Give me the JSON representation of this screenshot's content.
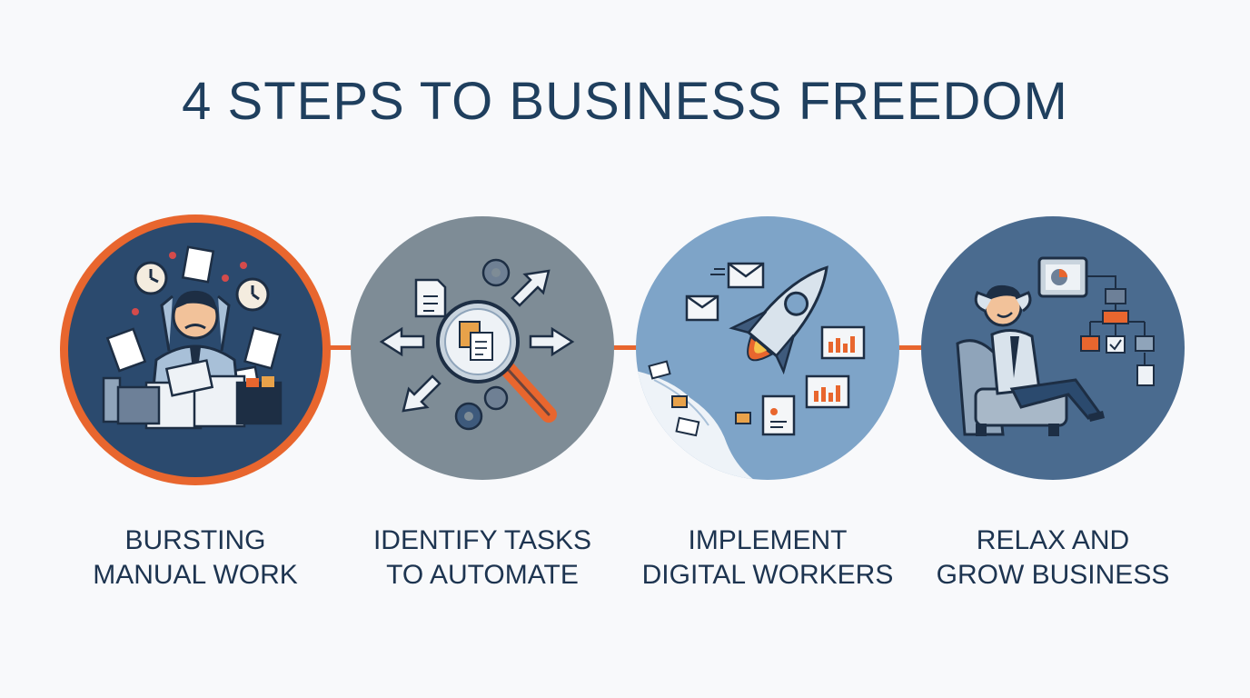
{
  "title": "4 STEPS TO BUSINESS FREEDOM",
  "colors": {
    "accent": "#e8662e",
    "title": "#1f3f5e",
    "step1": "#2b4a6e",
    "step2": "#7e8c96",
    "step3": "#7ea4c8",
    "step4": "#4a6b8f"
  },
  "steps": [
    {
      "line1": "BURSTING",
      "line2": "MANUAL WORK",
      "icon": "stressed-worker-icon"
    },
    {
      "line1": "IDENTIFY TASKS",
      "line2": "TO AUTOMATE",
      "icon": "magnifier-search-icon"
    },
    {
      "line1": "IMPLEMENT",
      "line2": "DIGITAL WORKERS",
      "icon": "rocket-launch-icon"
    },
    {
      "line1": "RELAX AND",
      "line2": "GROW BUSINESS",
      "icon": "relaxed-man-icon"
    }
  ]
}
